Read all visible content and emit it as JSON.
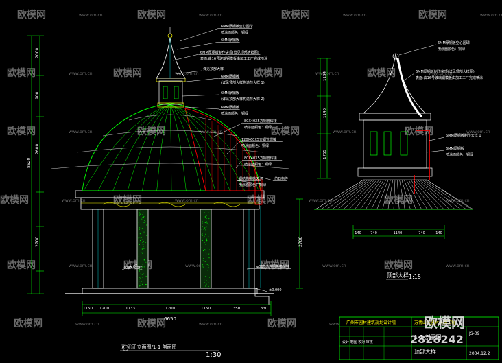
{
  "drawing": {
    "main_title": "Ⓗ-Ⓒ正立面图/1-1 剖面图",
    "main_scale": "1:30",
    "detail_title": "顶部大样",
    "detail_scale": "1:15"
  },
  "watermark": {
    "brand": "欧模网",
    "url": "www.om.cn",
    "id_code": "2828242"
  },
  "annotations_left": [
    "6MM厚钢板空心圆球",
    "喷涂面颜色：铜绿",
    "6MM厚钢板",
    "6MM厚钢板制作尖顶(详见顶部大样图)",
    "表面:由16号玻璃钢模板由加工工厂完成喷涂",
    "详见顶部大样",
    "6MM厚钢板",
    "(详见顶部大样构造节大样 1)",
    "6MM厚钢板",
    "(详见顶部大样构造节大样 2)",
    "6MM厚钢板",
    "喷涂面颜色：铜绿",
    "80X40X5方钢管焊接",
    "喷涂面颜色：铜绿",
    "120X60X5方钢管焊接",
    "喷涂面颜色：铜绿",
    "80X40X5方钢管焊接",
    "喷涂面颜色：铜绿",
    "钢结构挑檐天沟",
    "喷涂面颜色：铜绿",
    "仿石构件",
    "400X400柱",
    "φ300仿古铜色铸铝柱",
    "±0.000"
  ],
  "annotations_right": [
    "6MM厚钢板空心圆球",
    "喷涂面颜色：铜绿",
    "6MM厚钢板制作尖顶(详见顶部大样图)",
    "表面:由16号玻璃钢模板由加工工厂完成喷涂",
    "6MM厚钢板制作大样 1",
    "6MM厚钢板",
    "喷涂面颜色：铜绿"
  ],
  "dims_bottom_main": [
    "1150",
    "1200",
    "1733",
    "1200",
    "1150",
    "350",
    "330"
  ],
  "dim_total_main": "6650",
  "dims_left_vertical": [
    "8620",
    "2700",
    "2600",
    "900",
    "2000"
  ],
  "dims_detail_bottom": [
    "140",
    "740",
    "1140",
    "740",
    "140"
  ],
  "dims_detail_left": [
    "1154",
    "1140",
    "1755"
  ],
  "title_block": {
    "company": "广州市园林建筑规划设计院",
    "project": "万博山庄园林景观工程",
    "sheet_name": "1-1 剖面图",
    "sheet_sub": "顶部大样",
    "drawing_no": "JS-09",
    "date": "2004.12.2",
    "left_label": "设计 制图 校对 审核"
  },
  "colors": {
    "background": "#000000",
    "line_white": "#ffffff",
    "line_green": "#00ff00",
    "line_yellow": "#ffff00",
    "line_cyan": "#00ffff",
    "line_red": "#ff0000",
    "watermark": "#bfbfbf"
  }
}
